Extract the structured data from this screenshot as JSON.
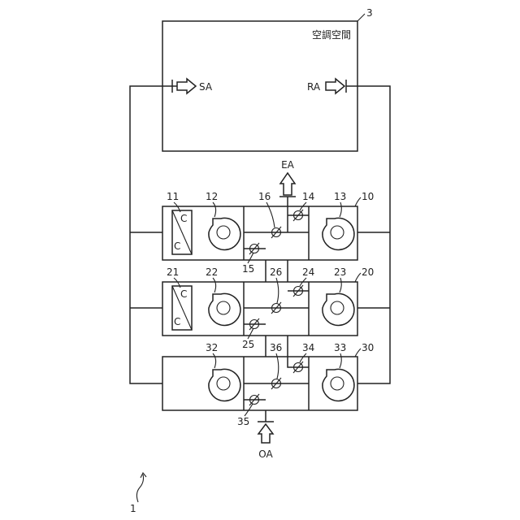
{
  "room": {
    "label": "空調空間",
    "ref": "3"
  },
  "ports": {
    "sa": "SA",
    "ra": "RA",
    "ea": "EA",
    "oa": "OA"
  },
  "system_ref": "1",
  "units": [
    {
      "ref": "10",
      "coil": "11",
      "supply_fan": "12",
      "return_fan": "13",
      "damper_exhaust": "14",
      "damper_outdoor": "15",
      "damper_mix": "16",
      "coil_letters": [
        "C",
        "C"
      ]
    },
    {
      "ref": "20",
      "coil": "21",
      "supply_fan": "22",
      "return_fan": "23",
      "damper_exhaust": "24",
      "damper_outdoor": "25",
      "damper_mix": "26",
      "coil_letters": [
        "C",
        "C"
      ]
    },
    {
      "ref": "30",
      "coil": null,
      "supply_fan": "32",
      "return_fan": "33",
      "damper_exhaust": "34",
      "damper_outdoor": "35",
      "damper_mix": "36",
      "coil_letters": []
    }
  ]
}
